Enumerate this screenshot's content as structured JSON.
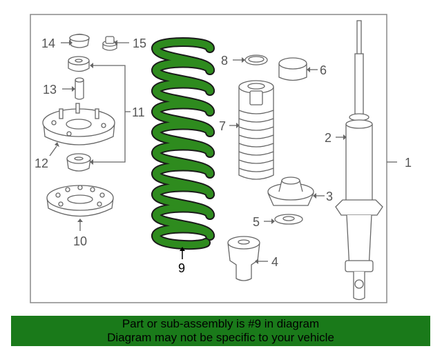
{
  "callouts": {
    "c1": "1",
    "c2": "2",
    "c3": "3",
    "c4": "4",
    "c5": "5",
    "c6": "6",
    "c7": "7",
    "c8": "8",
    "c9": "9",
    "c10": "10",
    "c11": "11",
    "c12": "12",
    "c13": "13",
    "c14": "14",
    "c15": "15"
  },
  "highlighted_part": "9",
  "colors": {
    "highlight": "#2e8b1e",
    "banner": "#1a7a1a",
    "line": "#666666",
    "frame": "#777777"
  },
  "banner": {
    "line1": "Part or sub-assembly is #9 in diagram",
    "line2": "Diagram may not be specific to your vehicle"
  }
}
